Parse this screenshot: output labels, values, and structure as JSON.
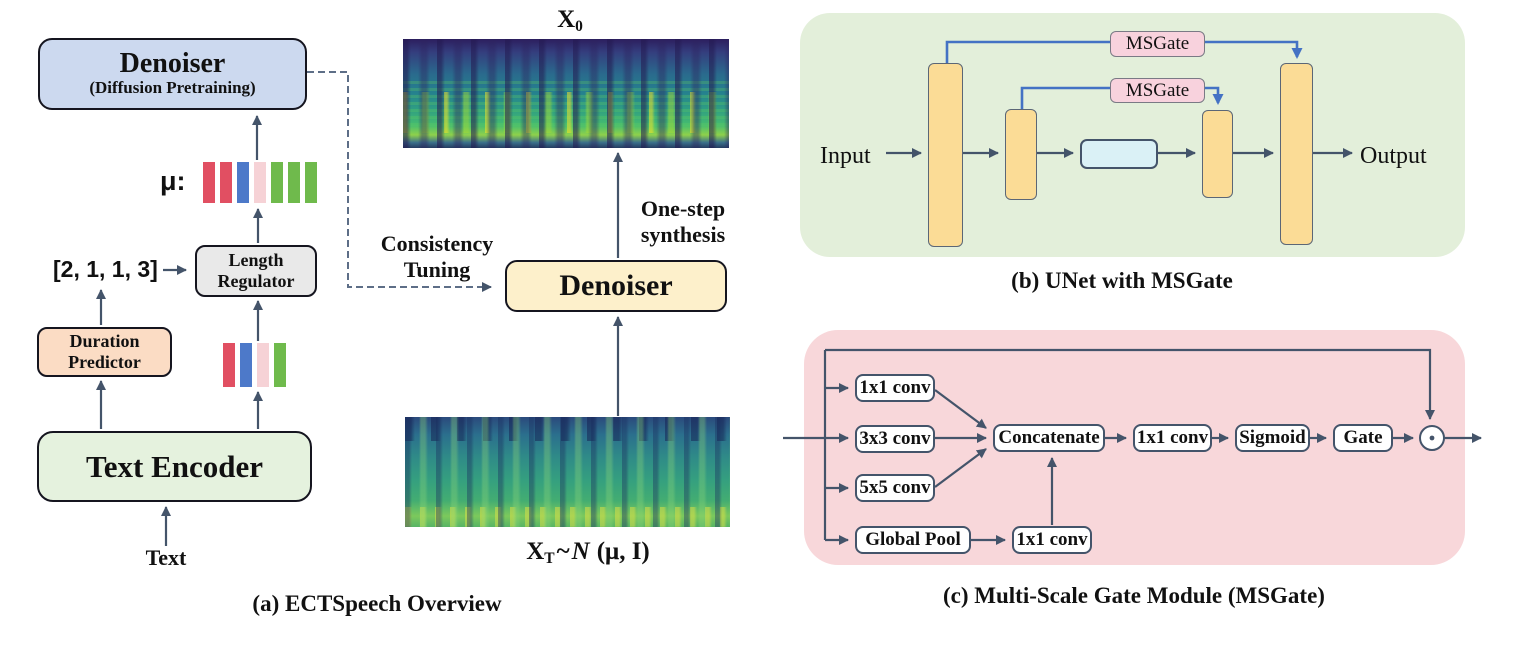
{
  "colors": {
    "slate-arrow": "#44546a",
    "dash-line": "#5d6e87",
    "blue-line": "#4472c4",
    "box-blue": "#ccd9ef",
    "box-gray": "#e9e9e9",
    "box-peach": "#fbdcc4",
    "box-green": "#e5f2de",
    "box-cream": "#fdf0cb",
    "panel-green": "#e3efda",
    "panel-pink": "#f8d7da",
    "unet-bar": "#fbdc96",
    "bottleneck-cyan": "#daf1f6",
    "msgate-pink": "#f8d2dd",
    "bar-red": "#e14f62",
    "bar-blue": "#4d79c9",
    "bar-pink": "#f6d2d6",
    "bar-green": "#6fba4c"
  },
  "panel_a": {
    "caption": "(a) ECTSpeech Overview",
    "denoiser_pretrain_title": "Denoiser",
    "denoiser_pretrain_subtitle": "(Diffusion Pretraining)",
    "mu_label": "μ:",
    "mu_bars": [
      "#e14f62",
      "#e14f62",
      "#4d79c9",
      "#f6d2d6",
      "#6fba4c",
      "#6fba4c",
      "#6fba4c"
    ],
    "duration_sequence": "[2, 1, 1, 3]",
    "length_regulator_label": "Length\nRegulator",
    "duration_predictor_label": "Duration\nPredictor",
    "text_encoder_label": "Text Encoder",
    "encoded_bars": [
      "#e14f62",
      "#4d79c9",
      "#f6d2d6",
      "#6fba4c"
    ],
    "input_label": "Text",
    "x0_base": "X",
    "x0_sub": "0",
    "consistency_tuning_label": "Consistency\nTuning",
    "one_step_label": "One-step\nsynthesis",
    "denoiser_tuned_label": "Denoiser",
    "xt_base": "X",
    "xt_sub": "T",
    "xt_tilde": "~",
    "xt_dist": "N",
    "xt_args": "(μ, I)"
  },
  "panel_b": {
    "caption": "(b) UNet with MSGate",
    "input_label": "Input",
    "output_label": "Output",
    "msgate_labels": [
      "MSGate",
      "MSGate"
    ]
  },
  "panel_c": {
    "caption": "(c) Multi-Scale Gate Module (MSGate)",
    "branch_boxes": [
      "1x1 conv",
      "3x3 conv",
      "5x5 conv",
      "Global Pool"
    ],
    "pool_conv_label": "1x1 conv",
    "concat_label": "Concatenate",
    "fuse_conv_label": "1x1 conv",
    "sigmoid_label": "Sigmoid",
    "gate_label": "Gate",
    "multiply_symbol": "⊙"
  }
}
